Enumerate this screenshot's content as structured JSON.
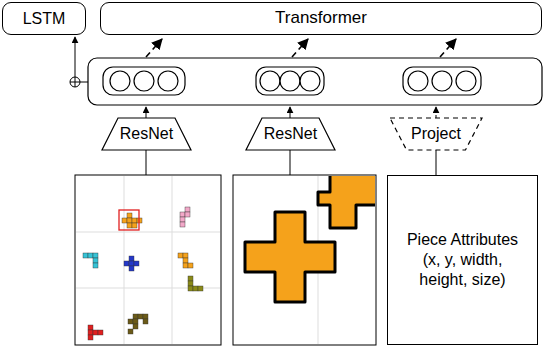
{
  "diagram": {
    "nodes": [
      {
        "text": [
          "LSTM"
        ]
      },
      {
        "text": [
          "Transformer"
        ]
      },
      {
        "text": [
          "ResNet"
        ]
      },
      {
        "text": [
          "ResNet"
        ]
      },
      {
        "text": [
          "Project"
        ]
      },
      {
        "text": [
          "Piece Attributes (x, y, width, height, size)"
        ]
      }
    ],
    "edges": [
      {
        "from": 5,
        "to": 4,
        "arrow": "none"
      }
    ]
  }
}
